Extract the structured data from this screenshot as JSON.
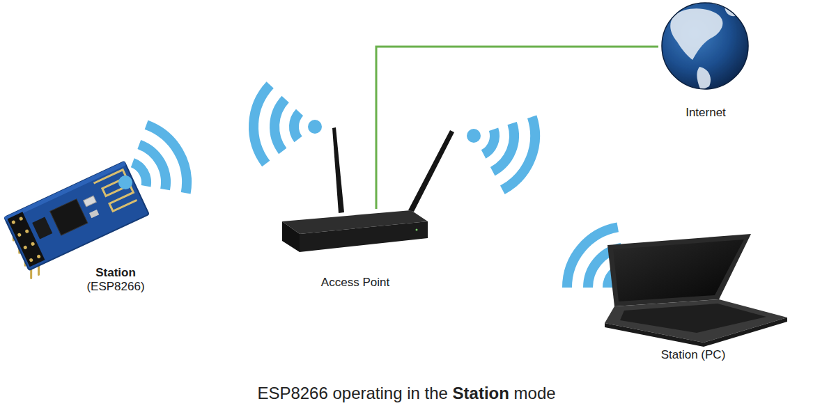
{
  "diagram": {
    "caption": "ESP8266 operating in the Station mode",
    "nodes": [
      {
        "text": [
          "Station",
          "(ESP8266)"
        ]
      },
      {
        "text": [
          "Access Point"
        ]
      },
      {
        "text": [
          "Internet"
        ]
      },
      {
        "text": [
          "Station (PC)"
        ]
      }
    ],
    "edges": [
      {
        "from": 1,
        "to": 2,
        "arrow": "none"
      }
    ]
  }
}
